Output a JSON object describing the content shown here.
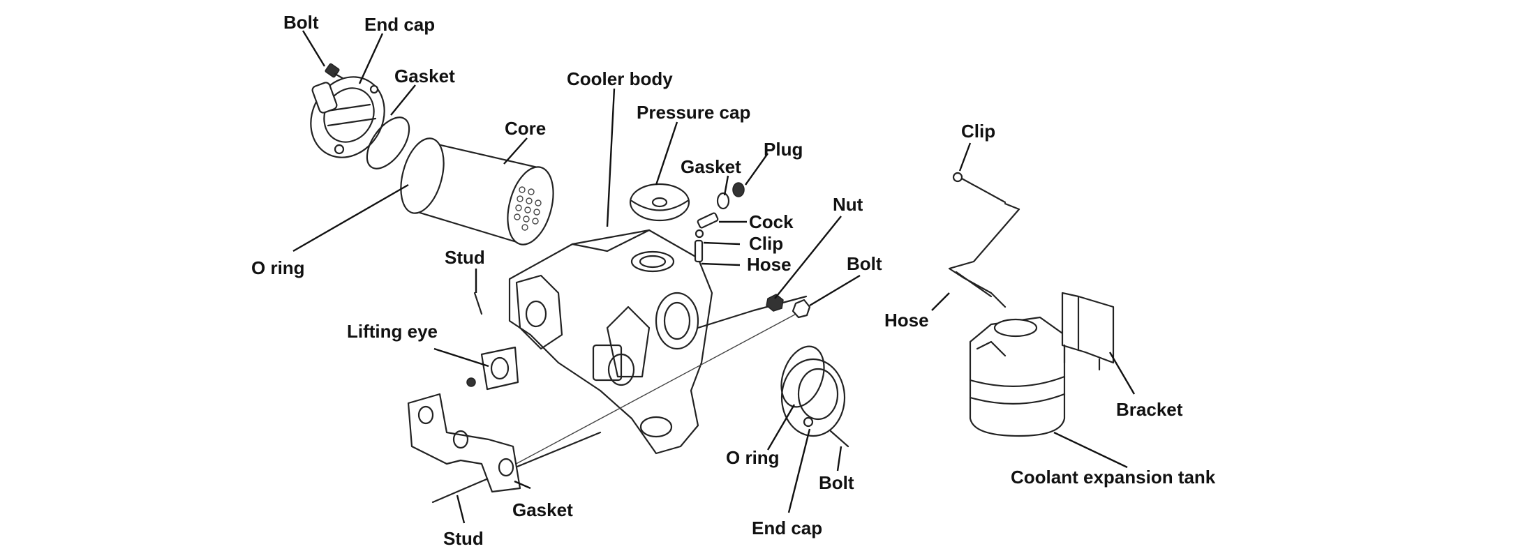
{
  "labels": {
    "bolt_top": "Bolt",
    "end_cap_top": "End cap",
    "gasket_top": "Gasket",
    "cooler_body": "Cooler body",
    "core": "Core",
    "pressure_cap": "Pressure cap",
    "plug": "Plug",
    "gasket_cap": "Gasket",
    "cock": "Cock",
    "clip_cock": "Clip",
    "hose_cock": "Hose",
    "nut": "Nut",
    "bolt_right": "Bolt",
    "o_ring_left": "O ring",
    "stud_upper": "Stud",
    "lifting_eye": "Lifting eye",
    "o_ring_bottom": "O ring",
    "bolt_bottom": "Bolt",
    "end_cap_bottom": "End cap",
    "gasket_bottom": "Gasket",
    "stud_bottom": "Stud",
    "clip_tank": "Clip",
    "hose_tank": "Hose",
    "bracket": "Bracket",
    "coolant_tank": "Coolant expansion tank"
  }
}
